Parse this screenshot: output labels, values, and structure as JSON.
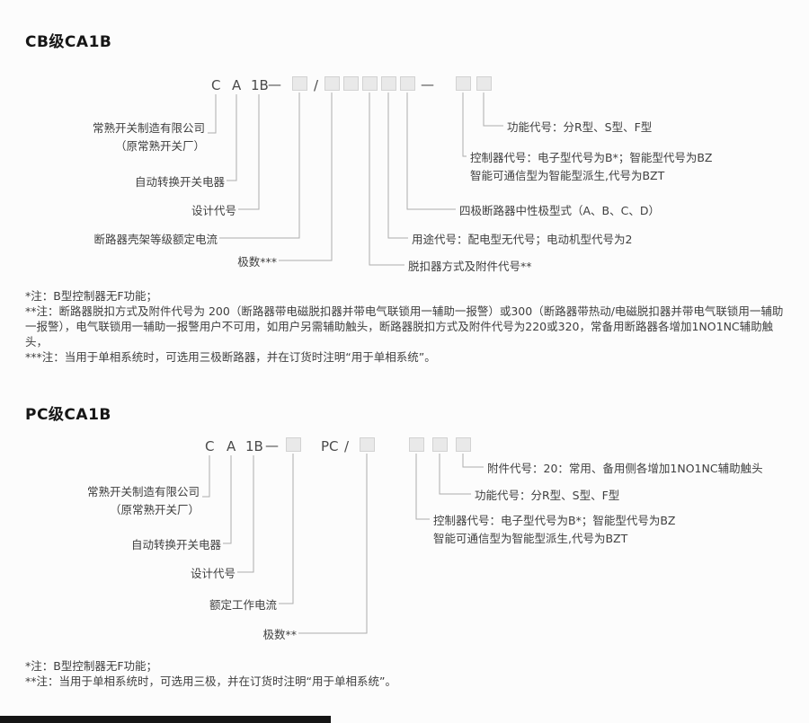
{
  "page": {
    "background": "#fcfcfc",
    "text_color": "#3f3f3f",
    "line_color": "#adadad",
    "box_fill": "#e9e9e9",
    "box_border": "#d2d2d2"
  },
  "cb": {
    "title": "CB级CA1B",
    "code": {
      "letter_c": "C",
      "letter_a": "A",
      "letter_1b": "1B",
      "dash1": "—",
      "slash": "/",
      "dash2": "—"
    },
    "labels": {
      "manufacturer_line1": "常熟开关制造有限公司",
      "manufacturer_line2": "（原常熟开关厂）",
      "device_type": "自动转换开关电器",
      "design_code": "设计代号",
      "frame_current": "断路器壳架等级额定电流",
      "poles": "极数***",
      "function_code": "功能代号：分R型、S型、F型",
      "controller_line1": "控制器代号：电子型代号为B*；智能型代号为BZ",
      "controller_line2": "智能可通信型为智能型派生,代号为BZT",
      "neutral_type": "四极断路器中性极型式（A、B、C、D）",
      "usage_code": "用途代号：配电型无代号；电动机型代号为2",
      "trip_accessory": "脱扣器方式及附件代号**"
    },
    "notes": [
      "*注：B型控制器无F功能；",
      "**注：断路器脱扣方式及附件代号为 200（断路器带电磁脱扣器并带电气联锁用一辅助一报警）或300（断路器带热动/电磁脱扣器并带电气联锁用一辅助一报警），电气联锁用一辅助一报警用户不可用，如用户另需辅助触头，断路器脱扣方式及附件代号为220或320，常备用断路器各增加1NO1NC辅助触头，",
      "***注：当用于单相系统时，可选用三极断路器，并在订货时注明“用于单相系统”。"
    ]
  },
  "pc": {
    "title": "PC级CA1B",
    "code": {
      "letter_c": "C",
      "letter_a": "A",
      "letter_1b": "1B",
      "dash": "—",
      "pc_mark": "PC",
      "slash": "/"
    },
    "labels": {
      "manufacturer_line1": "常熟开关制造有限公司",
      "manufacturer_line2": "（原常熟开关厂）",
      "device_type": "自动转换开关电器",
      "design_code": "设计代号",
      "rated_current": "额定工作电流",
      "poles": "极数**",
      "accessory_code": "附件代号：20：常用、备用侧各增加1NO1NC辅助触头",
      "function_code": "功能代号：分R型、S型、F型",
      "controller_line1": "控制器代号：电子型代号为B*；智能型代号为BZ",
      "controller_line2": "智能可通信型为智能型派生,代号为BZT"
    },
    "notes": [
      "*注：B型控制器无F功能；",
      "**注：当用于单相系统时，可选用三极，并在订货时注明“用于单相系统”。"
    ]
  }
}
